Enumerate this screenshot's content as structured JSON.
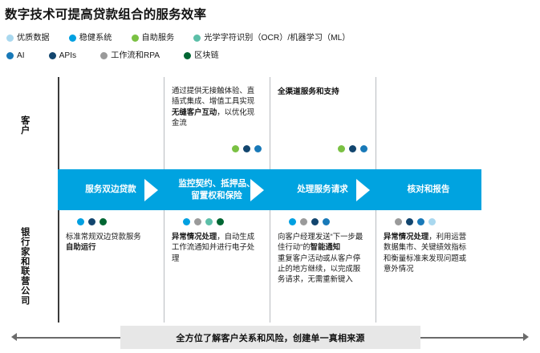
{
  "title": "数字技术可提高贷款组合的服务效率",
  "colors": {
    "quality_data": "#a9d8ef",
    "robust_systems": "#00a0e1",
    "self_service": "#7ac143",
    "ocr_ml": "#5cbfa8",
    "ai": "#1879b8",
    "apis": "#12456e",
    "workflow_rpa": "#9a9a9a",
    "blockchain": "#006633",
    "band": "#00a3e0",
    "footer_bg": "#e7e7e7",
    "axis": "#3a3a3a",
    "divider": "#b9bcc0"
  },
  "legend": {
    "row1": [
      {
        "label": "优质数据",
        "color_key": "quality_data",
        "icon": "legend-dot-quality-data"
      },
      {
        "label": "稳健系统",
        "color_key": "robust_systems",
        "icon": "legend-dot-robust-systems"
      },
      {
        "label": "自助服务",
        "color_key": "self_service",
        "icon": "legend-dot-self-service"
      },
      {
        "label": "光学字符识别（OCR）/机器学习（ML）",
        "color_key": "ocr_ml",
        "icon": "legend-dot-ocr-ml"
      }
    ],
    "row2": [
      {
        "label": "AI",
        "color_key": "ai",
        "icon": "legend-dot-ai"
      },
      {
        "label": "APIs",
        "color_key": "apis",
        "icon": "legend-dot-apis"
      },
      {
        "label": "工作流和RPA",
        "color_key": "workflow_rpa",
        "icon": "legend-dot-workflow-rpa"
      },
      {
        "label": "区块链",
        "color_key": "blockchain",
        "icon": "legend-dot-blockchain"
      }
    ]
  },
  "rows": {
    "customer_label": "客户",
    "bank_label": "银行家和联营公司"
  },
  "band": {
    "steps": [
      {
        "label": "服务双边贷款"
      },
      {
        "label": "监控契约、抵押品、留置权和保险"
      },
      {
        "label": "处理服务请求"
      },
      {
        "label": "核对和报告"
      }
    ]
  },
  "customer_cells": [
    {
      "heading": "",
      "body_html": "",
      "dots": []
    },
    {
      "heading": "",
      "body_html": "通过提供无接触体验、直插式集成、增值工具实现<b>无缝客户互动</b>，以优化现金流",
      "dots": [
        "self_service",
        "apis",
        "ai"
      ]
    },
    {
      "heading": "全渠道服务和支持",
      "body_html": "",
      "dots": [
        "self_service",
        "apis",
        "ai"
      ]
    },
    {
      "heading": "",
      "body_html": "",
      "dots": []
    }
  ],
  "bank_cells": [
    {
      "dots": [
        "robust_systems",
        "apis",
        "blockchain"
      ],
      "body_html": "标准常规双边贷款服务<br><b>自助运行</b>"
    },
    {
      "dots": [
        "robust_systems",
        "workflow_rpa",
        "ocr_ml",
        "blockchain"
      ],
      "body_html": "<b>异常情况处理</b>，自动生成工作流通知并进行电子处理"
    },
    {
      "dots": [
        "robust_systems",
        "workflow_rpa",
        "apis",
        "ai"
      ],
      "body_html": "向客户经理发送“下一步最佳行动”的<b>智能通知</b>|重复客户活动<span>或从客户停止的地方继续，以完成服务请求，无需重新键入</span>"
    },
    {
      "dots": [
        "workflow_rpa",
        "apis",
        "ai",
        "quality_data"
      ],
      "body_html": "<b>异常情况处理</b>，利用运营数据集市、关键绩效指标和衡量标准来发现问题或意外情况"
    }
  ],
  "footer": {
    "text": "全方位了解客户关系和风险，创建单一真相来源"
  }
}
